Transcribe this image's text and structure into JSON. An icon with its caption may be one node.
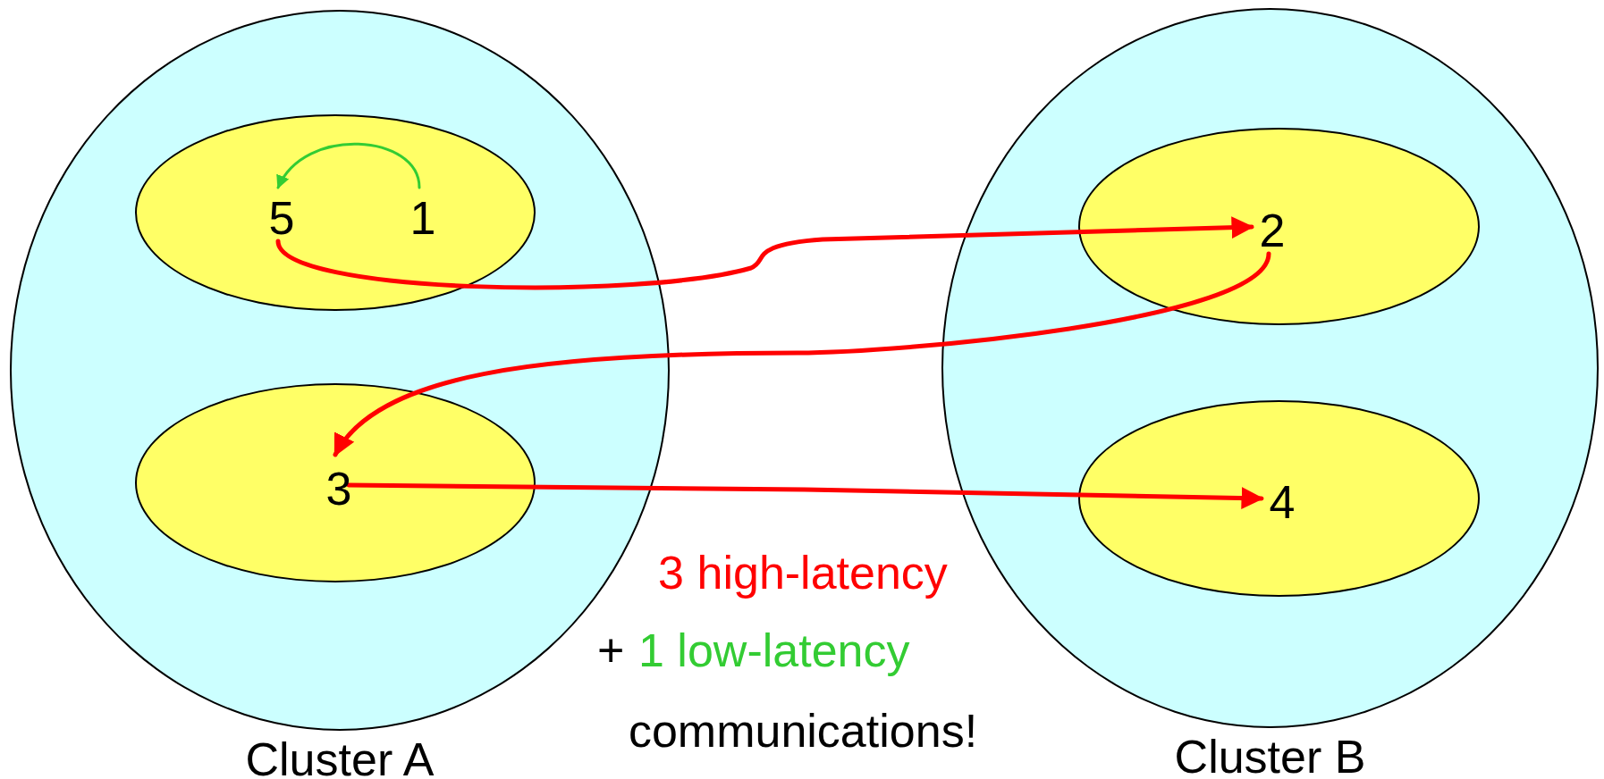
{
  "diagram": {
    "nodes": [
      {
        "text": [
          "Cluster A"
        ]
      },
      {
        "text": [],
        "shape": "ellipse",
        "in": 0
      },
      {
        "text": [
          "5"
        ],
        "in": 1
      },
      {
        "text": [
          "1"
        ],
        "in": 1
      },
      {
        "text": [],
        "shape": "ellipse",
        "in": 0
      },
      {
        "text": [
          "3"
        ],
        "in": 4
      },
      {
        "text": [
          "Cluster B"
        ]
      },
      {
        "text": [],
        "shape": "ellipse",
        "in": 6
      },
      {
        "text": [
          "2"
        ],
        "in": 7
      },
      {
        "text": [],
        "shape": "ellipse",
        "in": 6
      },
      {
        "text": [
          "4"
        ],
        "in": 9
      }
    ],
    "edges": [
      {
        "from": 3,
        "to": 2,
        "arrow": "to",
        "color": "#33cc33"
      },
      {
        "from": 2,
        "to": 8,
        "arrow": "to"
      },
      {
        "from": 8,
        "to": 5,
        "arrow": "to"
      },
      {
        "from": 5,
        "to": 10,
        "arrow": "to"
      }
    ],
    "labels": [
      "3 high-latency",
      "+",
      "1 low-latency",
      "communications!"
    ]
  }
}
